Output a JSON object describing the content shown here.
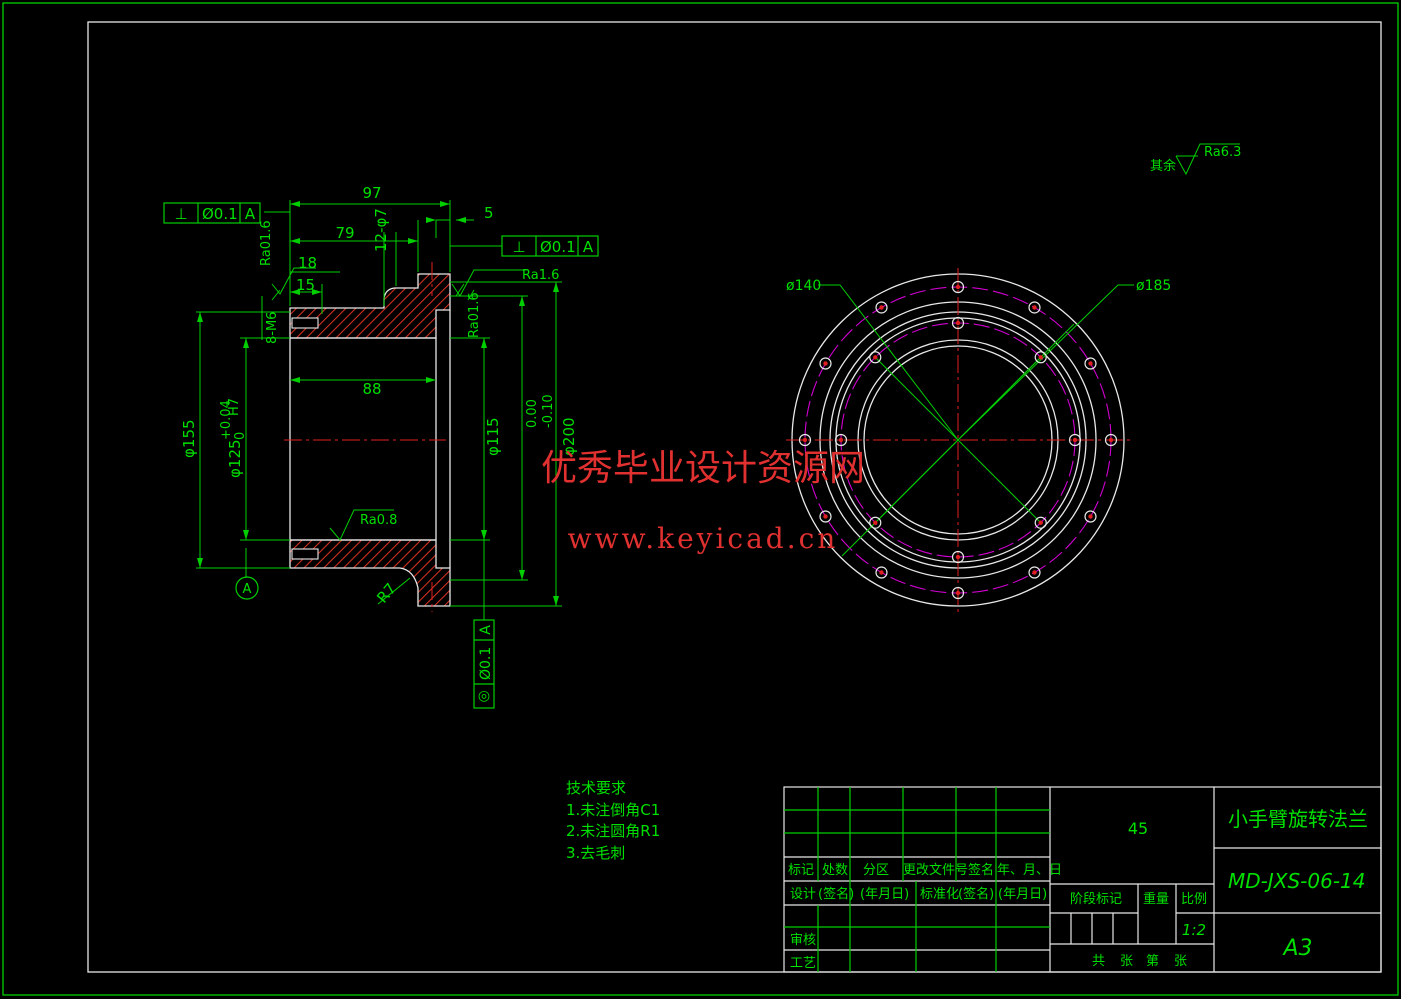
{
  "drawing": {
    "roughness_default": {
      "prefix": "其余",
      "value": "Ra6.3"
    },
    "section_view": {
      "dims": {
        "overall_length": "97",
        "flange_offset": "5",
        "length_79": "79",
        "groove": "12-φ7",
        "dim_18": "18",
        "dim_15": "15",
        "bore_length": "88",
        "thread": "8-M6",
        "dia_155": "φ155",
        "dia_125": "φ125",
        "tol_125_upper": "+0.04",
        "tol_125_lower": "0",
        "fit_125": "H7",
        "dia_115": "φ115",
        "dia_200": "φ200",
        "tol_200_upper": "0.00",
        "tol_200_lower": "-0.10",
        "radius": "R7"
      },
      "roughness": [
        "Ra01.6",
        "Ra1.6",
        "Ra01.6",
        "Ra0.8"
      ],
      "datum": "A",
      "gdt": [
        {
          "symbol": "⊥",
          "tolerance": "Ø0.1",
          "datum": "A"
        },
        {
          "symbol": "⊥",
          "tolerance": "Ø0.1",
          "datum": "A"
        },
        {
          "symbol": "◎",
          "tolerance": "Ø0.1",
          "datum": "A"
        }
      ]
    },
    "front_view": {
      "dia_140": "ø140",
      "dia_185": "ø185"
    }
  },
  "watermark": {
    "line1": "优秀毕业设计资源网",
    "line2": "www.keyicad.cn"
  },
  "tech_requirements": {
    "title": "技术要求",
    "items": [
      "1.未注倒角C1",
      "2.未注圆角R1",
      "3.去毛刺"
    ]
  },
  "title_block": {
    "material": "45",
    "part_name": "小手臂旋转法兰",
    "drawing_no": "MD-JXS-06-14",
    "sheet_size": "A3",
    "scale": "1:2",
    "labels": {
      "mark": "标记",
      "count": "处数",
      "zone": "分区",
      "change_doc": "更改文件号",
      "sign": "签名",
      "date": "年、月、日",
      "design": "设计",
      "sign_paren": "(签名)",
      "date_paren": "(年月日)",
      "standardize": "标准化",
      "std_sign": "(签名)",
      "std_date": "(年月日)",
      "review": "审核",
      "process": "工艺",
      "stage_mark": "阶段标记",
      "weight": "重量",
      "scale_label": "比例",
      "total": "共",
      "sheets": "张",
      "number": "第",
      "sheet_word": "张"
    }
  }
}
